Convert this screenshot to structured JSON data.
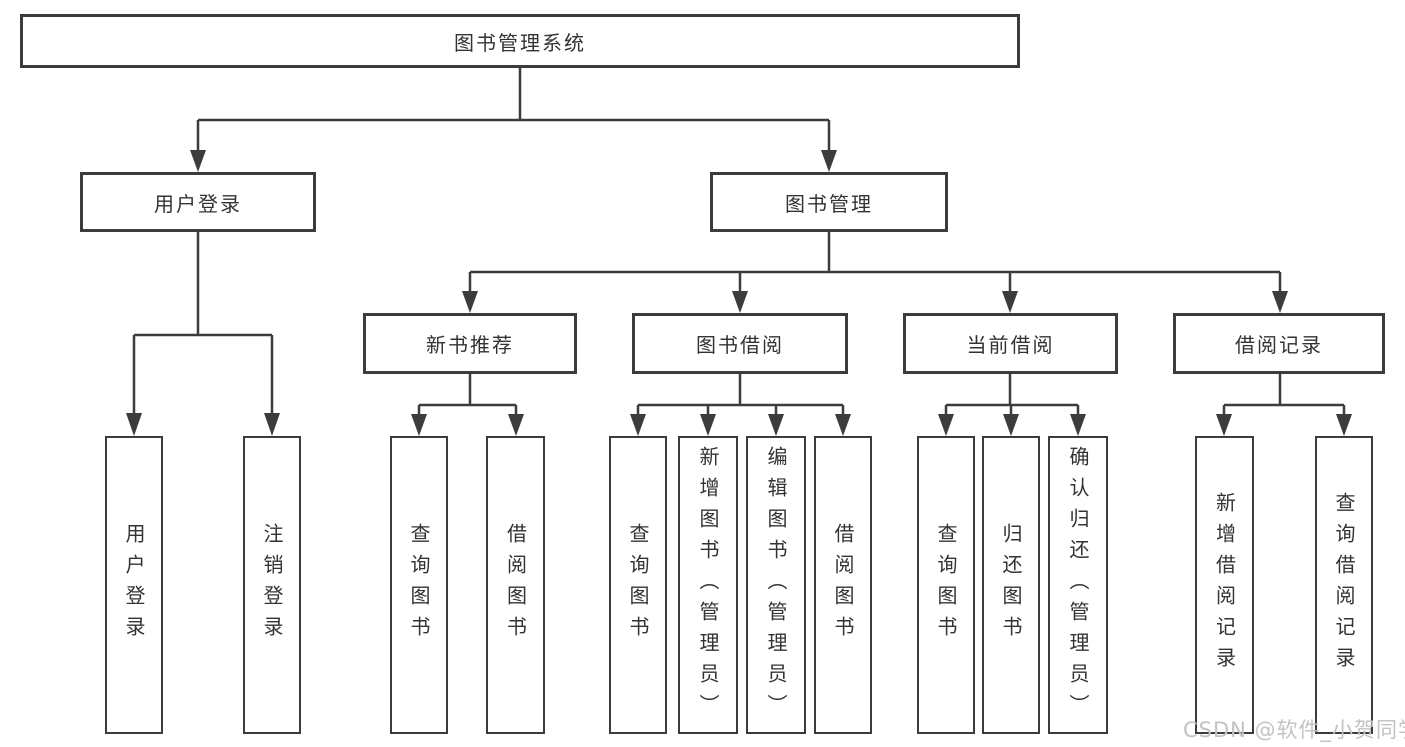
{
  "diagram": {
    "root": {
      "label": "图书管理系统"
    },
    "level2": [
      {
        "label": "用户登录",
        "children": [
          {
            "label": "用户登录"
          },
          {
            "label": "注销登录"
          }
        ]
      },
      {
        "label": "图书管理",
        "children": [
          {
            "label": "新书推荐",
            "children": [
              {
                "label": "查询图书"
              },
              {
                "label": "借阅图书"
              }
            ]
          },
          {
            "label": "图书借阅",
            "children": [
              {
                "label": "查询图书"
              },
              {
                "label": "新增图书（管理员）"
              },
              {
                "label": "编辑图书（管理员）"
              },
              {
                "label": "借阅图书"
              }
            ]
          },
          {
            "label": "当前借阅",
            "children": [
              {
                "label": "查询图书"
              },
              {
                "label": "归还图书"
              },
              {
                "label": "确认归还（管理员）"
              }
            ]
          },
          {
            "label": "借阅记录",
            "children": [
              {
                "label": "新增借阅记录"
              },
              {
                "label": "查询借阅记录"
              }
            ]
          }
        ]
      }
    ]
  },
  "watermark": {
    "text": "CSDN @软件_小贺同学"
  },
  "colors": {
    "line": "#3c3c3c",
    "box_border": "#3c3c3c",
    "text": "#333333",
    "background": "#ffffff",
    "watermark": "#c3c3c3"
  }
}
